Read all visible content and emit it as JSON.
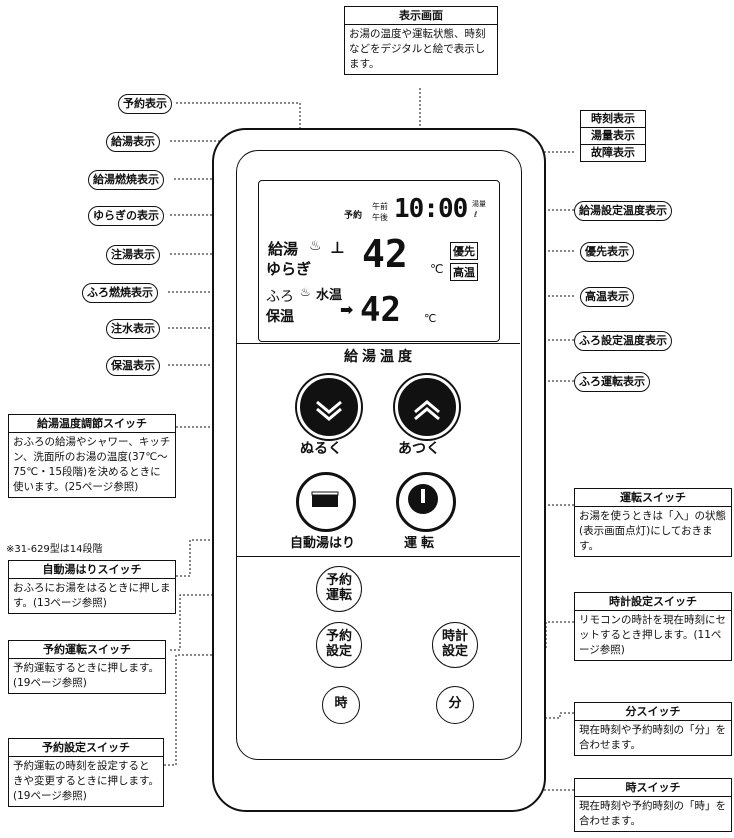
{
  "callouts_top": {
    "display_screen": {
      "title": "表示画面",
      "body": "お湯の温度や運転状態、時刻などをデジタルと絵で表示します。"
    }
  },
  "left_pills": {
    "reservation_display": "予約表示",
    "supply_display": "給湯表示",
    "supply_burn_display": "給湯燃焼表示",
    "yuragi_display": "ゆらぎの表示",
    "pour_display": "注湯表示",
    "bath_burn_display": "ふろ燃焼表示",
    "pour_water_display": "注水表示",
    "keep_warm_display": "保温表示"
  },
  "right_stack": {
    "clock_display": "時刻表示",
    "remaining_display": "湯量表示",
    "fault_display": "故障表示"
  },
  "right_pills": {
    "supply_temp_set_display": "給湯設定温度表示",
    "priority_display": "優先表示",
    "high_temp_display": "高温表示",
    "bath_temp_set_display": "ふろ設定温度表示",
    "bath_operation_display": "ふろ運転表示"
  },
  "lcd": {
    "reserve": "予約",
    "am": "午前",
    "pm": "午後",
    "time": "10:00",
    "flow_top": "湯量",
    "flow_bottom": "ℓ",
    "supply_label": "給湯",
    "yuragi_label": "ゆらぎ",
    "supply_temp": "42",
    "unit": "℃",
    "priority": "優先",
    "high_temp": "高温",
    "bath_label": "ふろ",
    "water_label": "水温",
    "keep_label": "保温",
    "bath_temp": "42",
    "bath_unit": "℃"
  },
  "remote": {
    "temp_heading": "給湯温度",
    "down_label": "ぬるく",
    "up_label": "あつく",
    "auto_fill_label": "自動湯はり",
    "run_label": "運転",
    "reserve_run": "予約運転",
    "reserve_set": "予約設定",
    "clock_set": "時計設定",
    "hour": "時",
    "minute": "分"
  },
  "callouts": {
    "temp_switch": {
      "title": "給湯温度調節スイッチ",
      "body": "おふろの給湯やシャワー、キッチン、洗面所のお湯の温度(37℃〜75℃・15段階)を決めるときに使います。(25ページ参照)"
    },
    "temp_note": "※31-629型は14段階",
    "auto_fill_switch": {
      "title": "自動湯はりスイッチ",
      "body": "おふろにお湯をはるときに押します。(13ページ参照)"
    },
    "reserve_run_switch": {
      "title": "予約運転スイッチ",
      "body": "予約運転するときに押します。(19ページ参照)"
    },
    "reserve_set_switch": {
      "title": "予約設定スイッチ",
      "body": "予約運転の時刻を設定するときや変更するときに押します。(19ページ参照)"
    },
    "run_switch": {
      "title": "運転スイッチ",
      "body": "お湯を使うときは「入」の状態(表示画面点灯)にしておきます。"
    },
    "clock_set_switch": {
      "title": "時計設定スイッチ",
      "body": "リモコンの時計を現在時刻にセットするとき押します。(11ページ参照)"
    },
    "minute_switch": {
      "title": "分スイッチ",
      "body": "現在時刻や予約時刻の「分」を合わせます。"
    },
    "hour_switch": {
      "title": "時スイッチ",
      "body": "現在時刻や予約時刻の「時」を合わせます。"
    }
  }
}
